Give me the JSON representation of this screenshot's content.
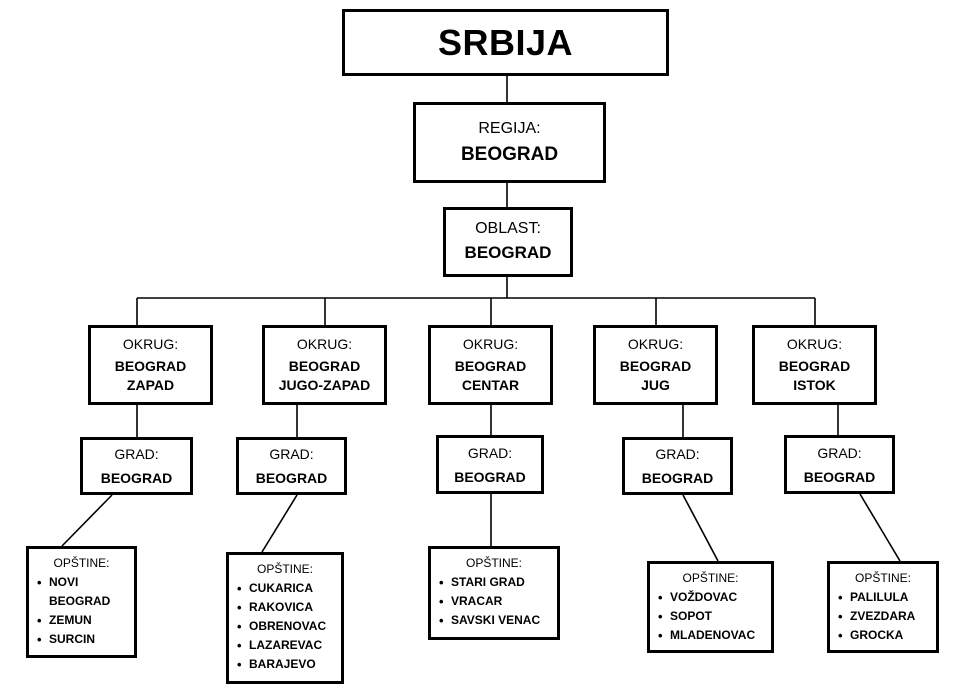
{
  "root": {
    "title": "SRBIJA"
  },
  "region": {
    "label": "REGIJA:",
    "value": "BEOGRAD"
  },
  "area": {
    "label": "OBLAST:",
    "value": "BEOGRAD"
  },
  "districts": [
    {
      "label": "OKRUG:",
      "line1": "BEOGRAD",
      "line2": "ZAPAD",
      "city_label": "GRAD:",
      "city": "BEOGRAD",
      "mun_label": "OPŠTINE:",
      "municipalities": [
        "NOVI BEOGRAD",
        "ZEMUN",
        "SURCIN"
      ]
    },
    {
      "label": "OKRUG:",
      "line1": "BEOGRAD",
      "line2": "JUGO-ZAPAD",
      "city_label": "GRAD:",
      "city": "BEOGRAD",
      "mun_label": "OPŠTINE:",
      "municipalities": [
        "CUKARICA",
        "RAKOVICA",
        "OBRENOVAC",
        "LAZAREVAC",
        "BARAJEVO"
      ]
    },
    {
      "label": "OKRUG:",
      "line1": "BEOGRAD",
      "line2": "CENTAR",
      "city_label": "GRAD:",
      "city": "BEOGRAD",
      "mun_label": "OPŠTINE:",
      "municipalities": [
        "STARI GRAD",
        "VRACAR",
        "SAVSKI VENAC"
      ]
    },
    {
      "label": "OKRUG:",
      "line1": "BEOGRAD",
      "line2": "JUG",
      "city_label": "GRAD:",
      "city": "BEOGRAD",
      "mun_label": "OPŠTINE:",
      "municipalities": [
        "VOŽDOVAC",
        "SOPOT",
        "MLADENOVAC"
      ]
    },
    {
      "label": "OKRUG:",
      "line1": "BEOGRAD",
      "line2": "ISTOK",
      "city_label": "GRAD:",
      "city": "BEOGRAD",
      "mun_label": "OPŠTINE:",
      "municipalities": [
        "PALILULA",
        "ZVEZDARA",
        "GROCKA"
      ]
    }
  ]
}
